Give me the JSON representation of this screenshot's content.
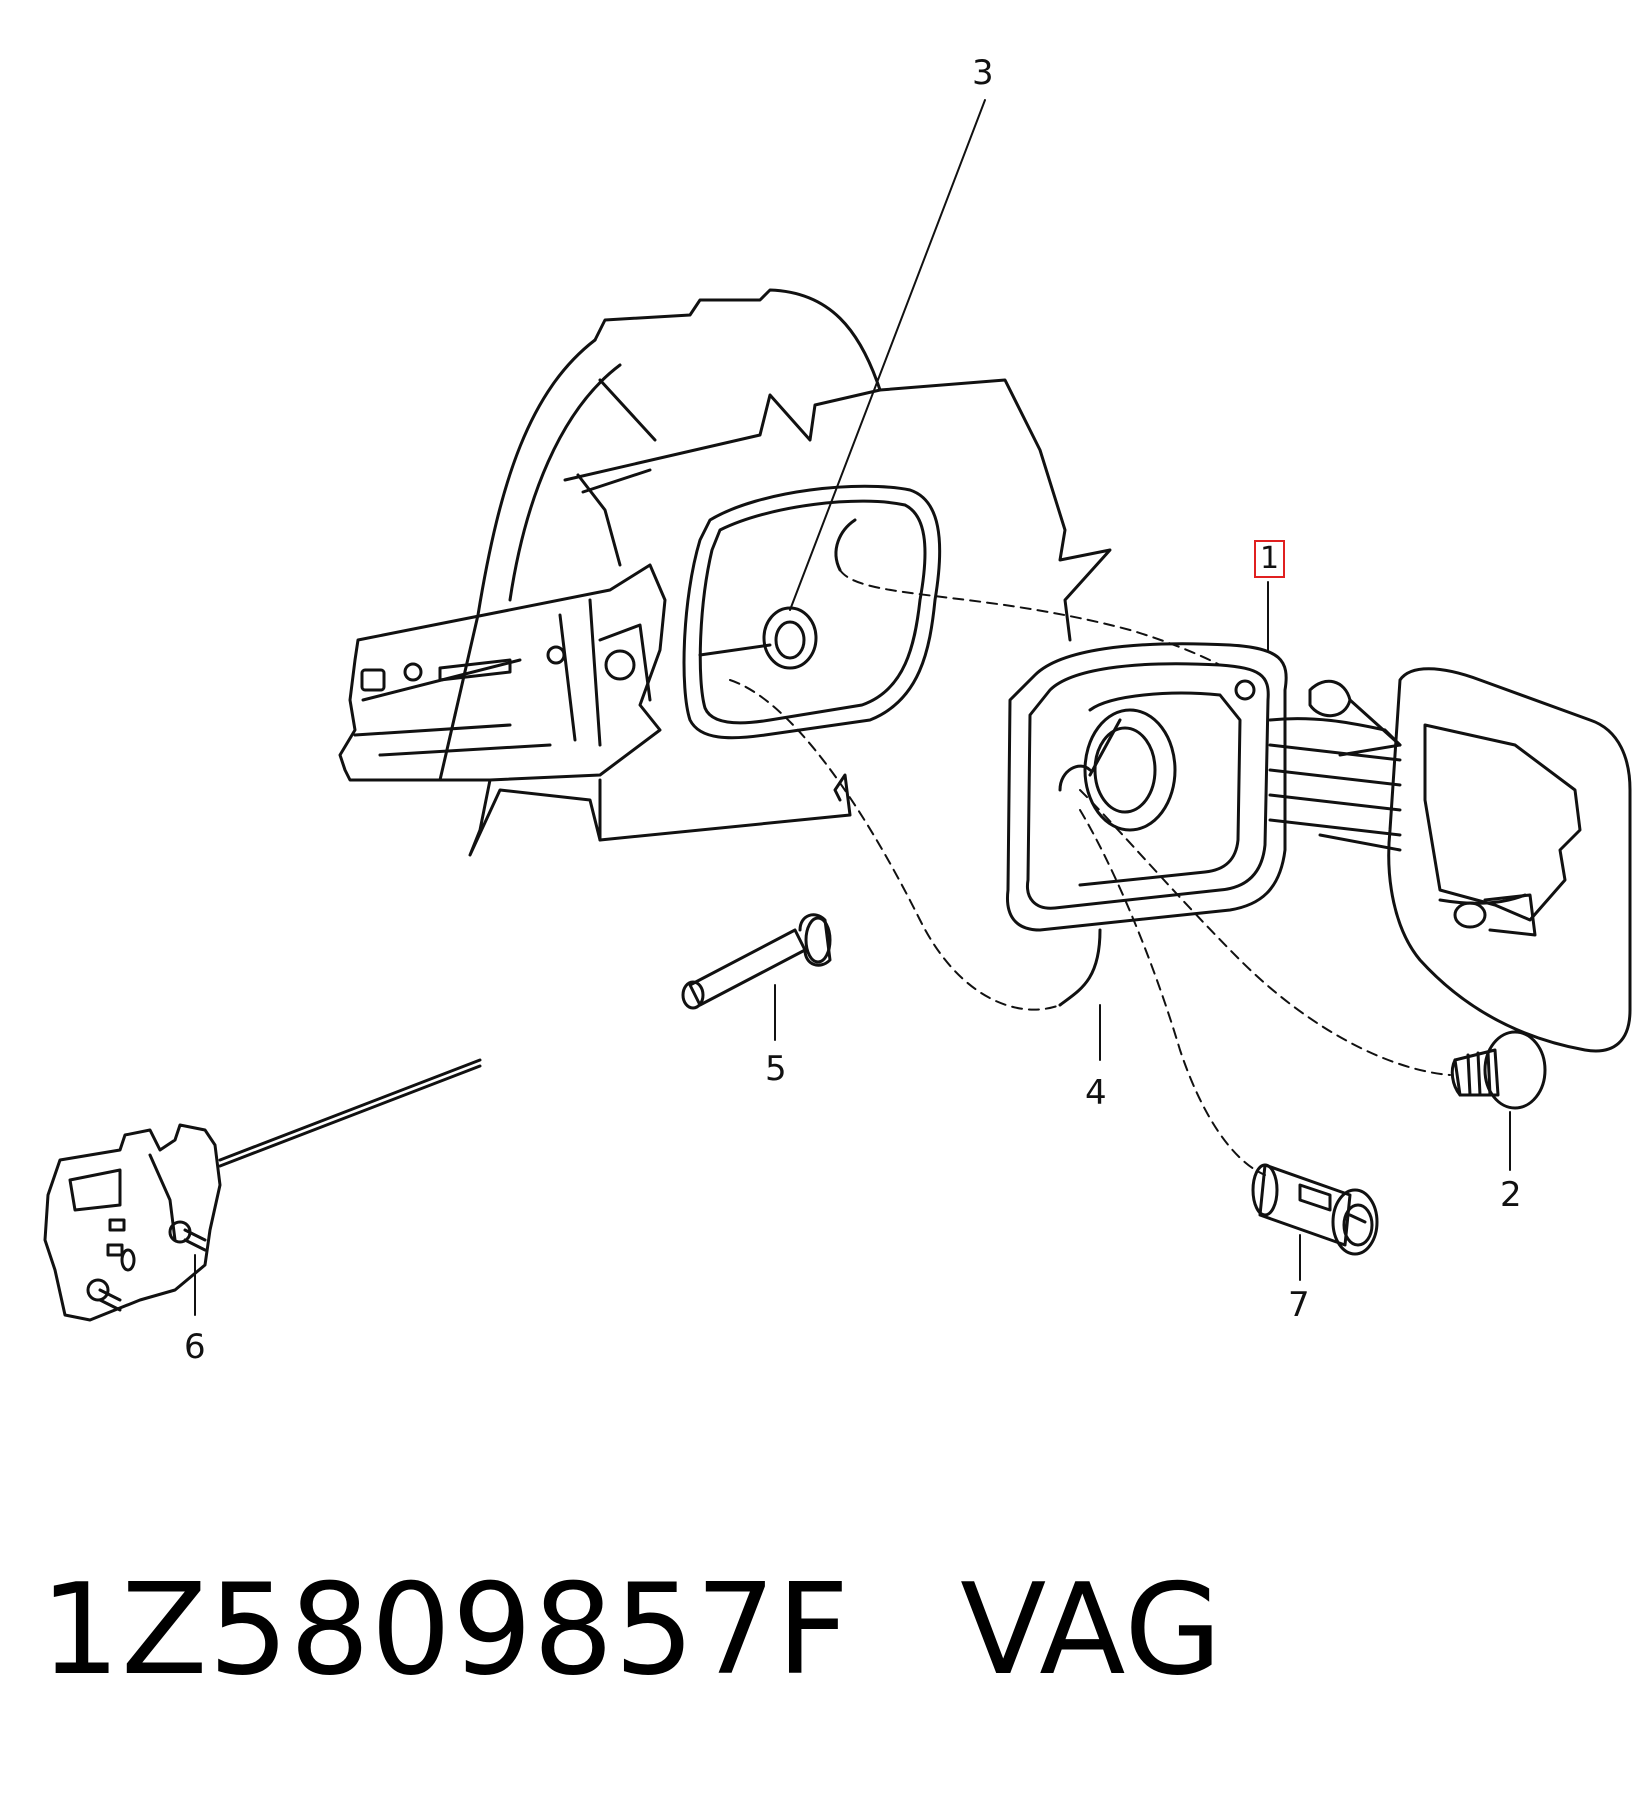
{
  "callouts": {
    "c1": "1",
    "c2": "2",
    "c3": "3",
    "c4": "4",
    "c5": "5",
    "c6": "6",
    "c7": "7"
  },
  "highlight_color": "#e02020",
  "caption": {
    "part_number": "1Z5809857F",
    "brand": "VAG"
  }
}
